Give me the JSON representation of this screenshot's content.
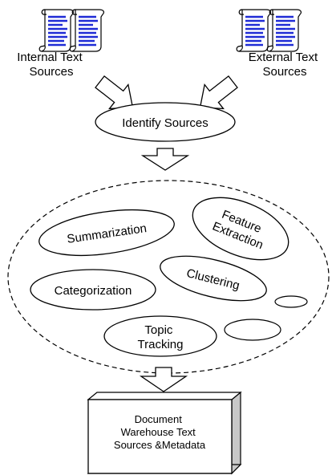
{
  "sources": {
    "internal": {
      "line1": "Internal Text",
      "line2": "Sources"
    },
    "external": {
      "line1": "External Text",
      "line2": "Sources"
    }
  },
  "identify": {
    "label": "Identify Sources"
  },
  "processes": {
    "summarization": {
      "label": "Summarization"
    },
    "feature_extraction": {
      "line1": "Feature",
      "line2": "Extraction"
    },
    "categorization": {
      "label": "Categorization"
    },
    "clustering": {
      "label": "Clustering"
    },
    "topic_tracking": {
      "line1": "Topic",
      "line2": "Tracking"
    }
  },
  "warehouse": {
    "line1": "Document",
    "line2": "Warehouse Text",
    "line3": "Sources &Metadata"
  },
  "colors": {
    "document_lines": "#1f2bd6",
    "outline": "#000000",
    "box_side": "#c8c8c8"
  },
  "icons": [
    "scroll-document-icon",
    "scroll-document-icon"
  ]
}
